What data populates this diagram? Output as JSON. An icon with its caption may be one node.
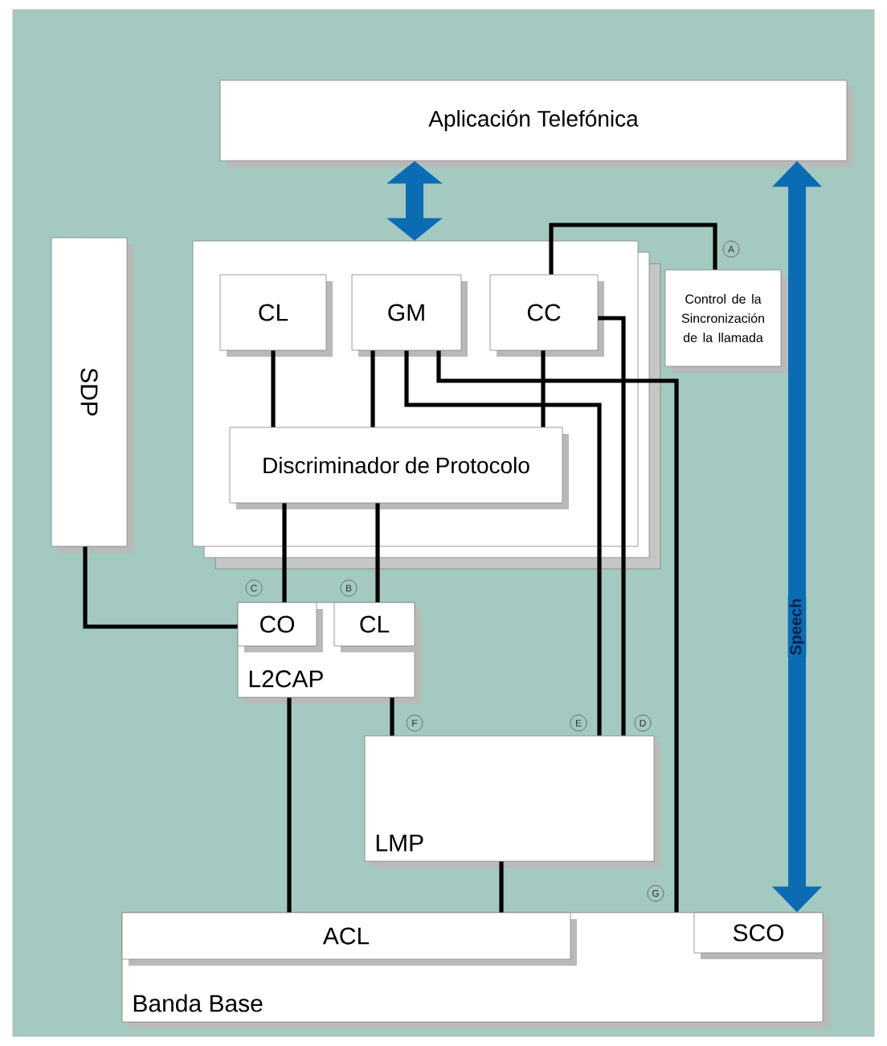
{
  "diagram": {
    "nodes": [
      {
        "text": [
          "Aplicación Telefónica"
        ]
      },
      {
        "text": [],
        "shape": "box"
      },
      {
        "text": [
          "CL"
        ],
        "in": 1
      },
      {
        "text": [
          "GM"
        ],
        "in": 1
      },
      {
        "text": [
          "CC"
        ],
        "in": 1
      },
      {
        "text": [
          "Control de la Sincronización de la llamada"
        ]
      },
      {
        "text": [
          "Discriminador de Protocolo"
        ],
        "in": 1
      },
      {
        "text": [
          "SDP"
        ]
      },
      {
        "text": [
          "L2CAP"
        ]
      },
      {
        "text": [
          "CO"
        ],
        "in": 8
      },
      {
        "text": [
          "CL"
        ],
        "in": 8
      },
      {
        "text": [
          "LMP"
        ]
      },
      {
        "text": [
          "Banda Base"
        ]
      },
      {
        "text": [
          "ACL"
        ],
        "in": 12
      },
      {
        "text": [
          "SCO"
        ],
        "in": 12
      }
    ],
    "edges": [
      {
        "from": 0,
        "to": 1,
        "arrow": "both",
        "style": "thick",
        "color": "#0b6cb4"
      },
      {
        "from": 0,
        "to": 14,
        "arrow": "both",
        "style": "thick",
        "color": "#0b6cb4",
        "label": "Speech"
      },
      {
        "from": 4,
        "to": 5,
        "arrow": "none"
      },
      {
        "from": 2,
        "to": 6,
        "arrow": "none"
      },
      {
        "from": 3,
        "to": 6,
        "arrow": "none"
      },
      {
        "from": 4,
        "to": 6,
        "arrow": "none"
      },
      {
        "from": 3,
        "to": 11,
        "arrow": "none"
      },
      {
        "from": 4,
        "to": 11,
        "arrow": "none"
      },
      {
        "from": 3,
        "to": 12,
        "arrow": "none"
      },
      {
        "from": 6,
        "to": 9,
        "arrow": "none"
      },
      {
        "from": 6,
        "to": 10,
        "arrow": "none"
      },
      {
        "from": 7,
        "to": 9,
        "arrow": "none"
      },
      {
        "from": 8,
        "to": 11,
        "arrow": "none"
      },
      {
        "from": 8,
        "to": 13,
        "arrow": "none"
      },
      {
        "from": 11,
        "to": 13,
        "arrow": "none"
      }
    ],
    "labels": [
      "A",
      "C",
      "B",
      "F",
      "E",
      "D",
      "G"
    ]
  }
}
